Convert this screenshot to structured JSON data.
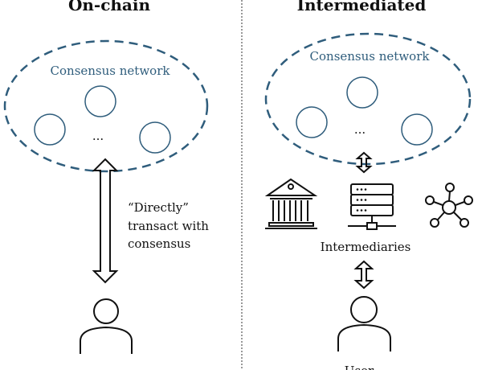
{
  "left": {
    "title": "On-chain",
    "network_label": "Consensus network",
    "ellipsis": "...",
    "arrow_text": [
      "“Directly”",
      "transact with",
      "consensus"
    ]
  },
  "right": {
    "title": "Intermediated",
    "network_label": "Consensus network",
    "ellipsis": "...",
    "intermediaries_label": "Intermediaries",
    "intermediary_icons": [
      "bank-icon",
      "server-icon",
      "network-hub-icon"
    ],
    "user_label": "User"
  },
  "colors": {
    "network": "#2f5d7c",
    "ink": "#111111"
  }
}
